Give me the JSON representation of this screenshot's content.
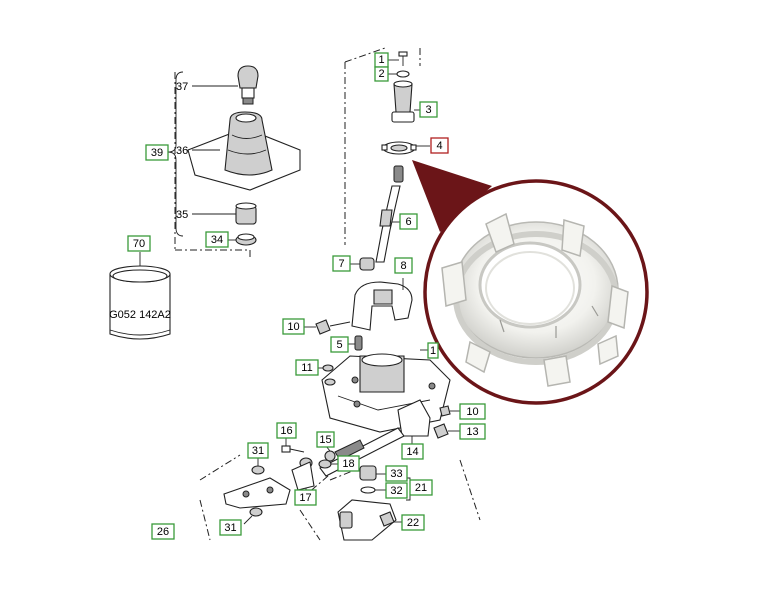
{
  "callouts": [
    {
      "id": "c1",
      "label": "1",
      "style": "green"
    },
    {
      "id": "c2",
      "label": "2",
      "style": "green"
    },
    {
      "id": "c3",
      "label": "3",
      "style": "green"
    },
    {
      "id": "c4",
      "label": "4",
      "style": "red"
    },
    {
      "id": "c6",
      "label": "6",
      "style": "green"
    },
    {
      "id": "c7",
      "label": "7",
      "style": "green"
    },
    {
      "id": "c8",
      "label": "8",
      "style": "green"
    },
    {
      "id": "c5",
      "label": "5",
      "style": "green"
    },
    {
      "id": "c10a",
      "label": "10",
      "style": "green"
    },
    {
      "id": "c10b",
      "label": "10",
      "style": "green"
    },
    {
      "id": "c11",
      "label": "11",
      "style": "green"
    },
    {
      "id": "c12",
      "label": "1",
      "style": "green"
    },
    {
      "id": "c13",
      "label": "13",
      "style": "green"
    },
    {
      "id": "c14",
      "label": "14",
      "style": "green"
    },
    {
      "id": "c15",
      "label": "15",
      "style": "green"
    },
    {
      "id": "c16",
      "label": "16",
      "style": "green"
    },
    {
      "id": "c17",
      "label": "17",
      "style": "green"
    },
    {
      "id": "c18",
      "label": "18",
      "style": "green"
    },
    {
      "id": "c21",
      "label": "21",
      "style": "green"
    },
    {
      "id": "c22",
      "label": "22",
      "style": "green"
    },
    {
      "id": "c26",
      "label": "26",
      "style": "green"
    },
    {
      "id": "c31a",
      "label": "31",
      "style": "green"
    },
    {
      "id": "c31b",
      "label": "31",
      "style": "green"
    },
    {
      "id": "c32",
      "label": "32",
      "style": "green"
    },
    {
      "id": "c33",
      "label": "33",
      "style": "green"
    },
    {
      "id": "c34",
      "label": "34",
      "style": "green"
    },
    {
      "id": "c39",
      "label": "39",
      "style": "green"
    },
    {
      "id": "c70",
      "label": "70",
      "style": "green"
    }
  ],
  "plain_labels": [
    {
      "id": "p35",
      "label": "35"
    },
    {
      "id": "p36",
      "label": "36"
    },
    {
      "id": "p37",
      "label": "37"
    }
  ],
  "part_70_marking": "G052 142A2",
  "colors": {
    "callout_green": "#3a9a3a",
    "callout_red": "#b02020",
    "zoom_ring": "#6b1518",
    "line_art": "#222222"
  }
}
